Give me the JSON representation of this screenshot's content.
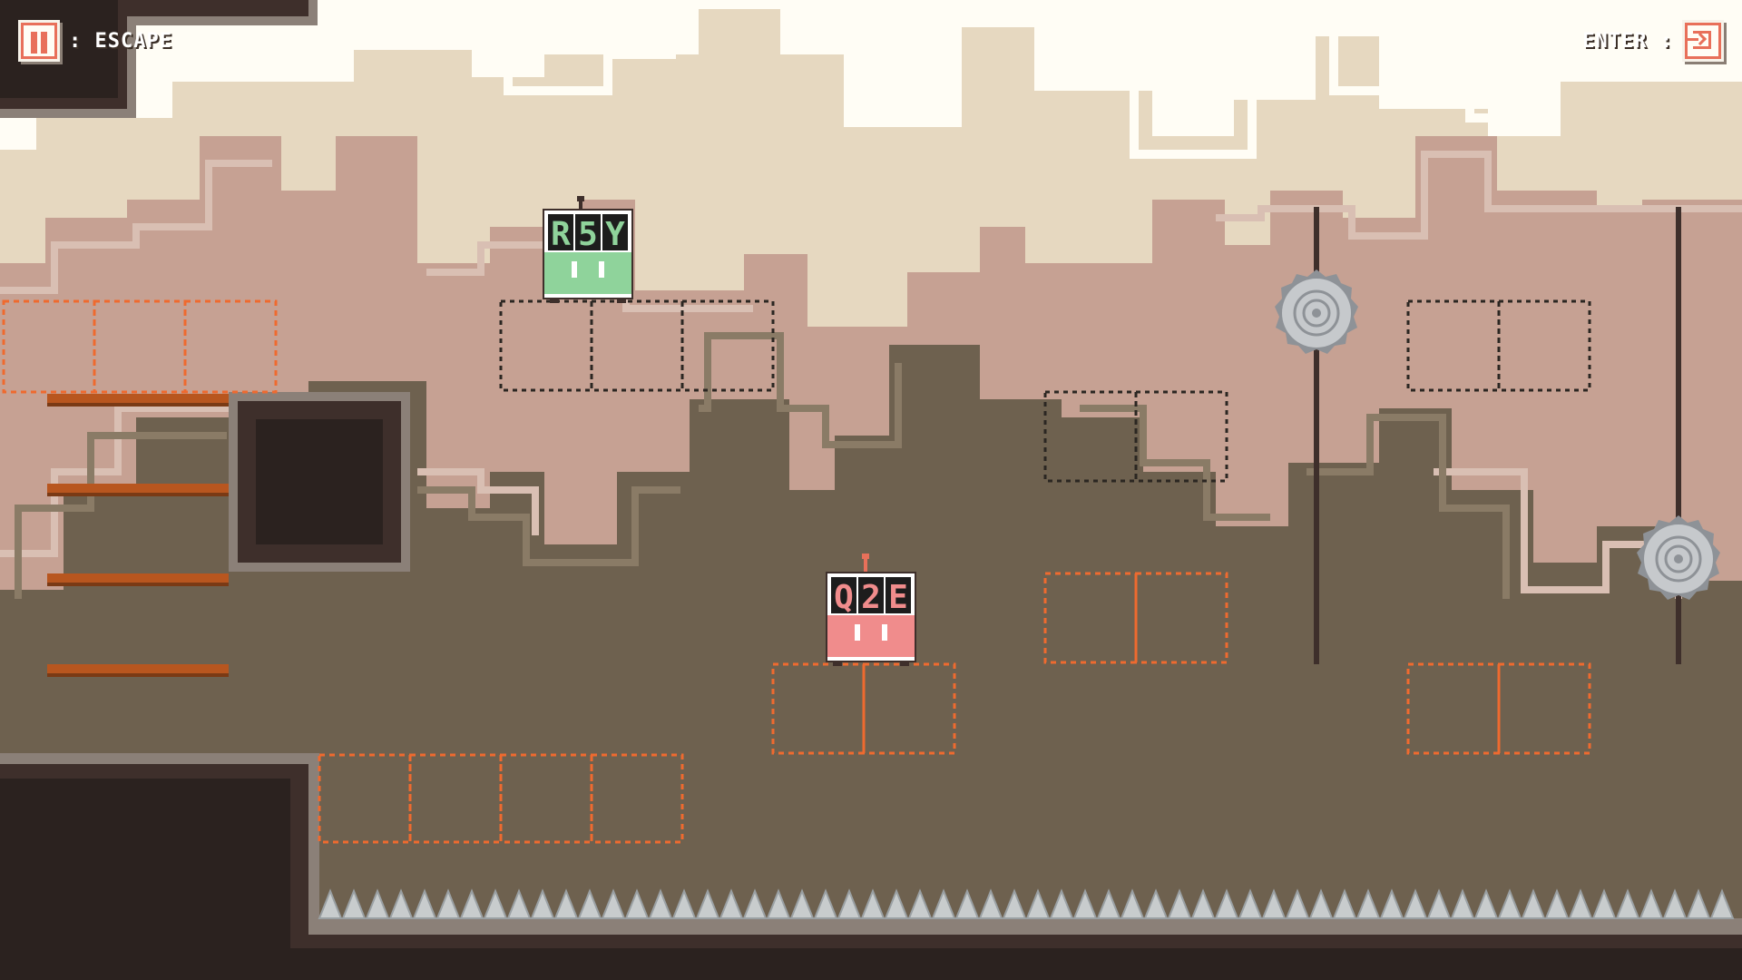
{
  "hud": {
    "pause_key_label": ": ESCAPE",
    "enter_key_label": "ENTER :"
  },
  "players": [
    {
      "code": [
        "R",
        "5",
        "Y"
      ],
      "body_color": "#8fd39b"
    },
    {
      "code": [
        "Q",
        "2",
        "E"
      ],
      "body_color": "#f08c8c"
    }
  ],
  "colors": {
    "sky": "#fffdf5",
    "far_layer": "#e6d8c0",
    "mid_layer": "#c6a193",
    "ground": "#6e614f",
    "terrain_dark": "#3e2f2b",
    "terrain_border": "#8b8078",
    "ledge": "#b8561f",
    "active_block": "#ef6a2f",
    "inactive_block": "#2b2622",
    "spikes": "#c8cccd",
    "saw": "#c6c9cc"
  }
}
